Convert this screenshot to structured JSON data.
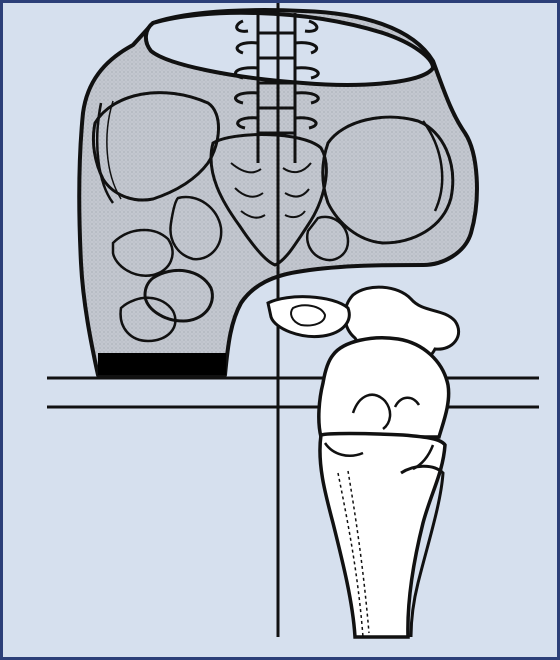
{
  "figure": {
    "colors": {
      "background": "#d6e0ee",
      "frame": "#2c3f78",
      "ink": "#111111",
      "pelvis_fill": "#c3c7cf",
      "bone_fill": "#ffffff",
      "seat_block": "#000000"
    },
    "icons": [
      "pelvis-illustration",
      "spine-illustration",
      "knee-illustration",
      "tibia-illustration"
    ]
  }
}
